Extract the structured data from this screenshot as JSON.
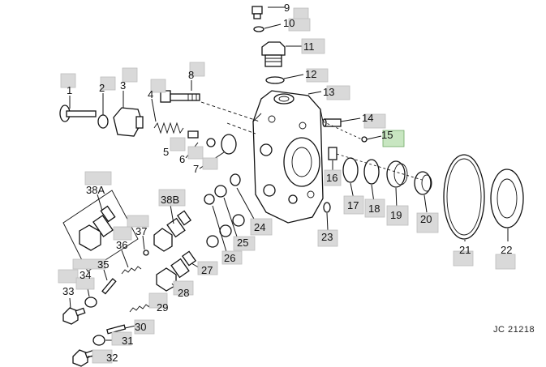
{
  "diagram": {
    "reference": "JC 21218",
    "parts": [
      {
        "id": "p9",
        "label": "9",
        "active": false
      },
      {
        "id": "p10",
        "label": "10",
        "active": false
      },
      {
        "id": "p11",
        "label": "11",
        "active": false
      },
      {
        "id": "p12",
        "label": "12",
        "active": false
      },
      {
        "id": "p13",
        "label": "13",
        "active": false
      },
      {
        "id": "p14",
        "label": "14",
        "active": false
      },
      {
        "id": "p15",
        "label": "15",
        "active": true
      },
      {
        "id": "p1",
        "label": "1",
        "active": false
      },
      {
        "id": "p2",
        "label": "2",
        "active": false
      },
      {
        "id": "p3",
        "label": "3",
        "active": false
      },
      {
        "id": "p4",
        "label": "4",
        "active": false
      },
      {
        "id": "p8",
        "label": "8",
        "active": false
      },
      {
        "id": "p5",
        "label": "5",
        "active": false
      },
      {
        "id": "p6",
        "label": "6",
        "active": false
      },
      {
        "id": "p7",
        "label": "7",
        "active": false
      },
      {
        "id": "p16",
        "label": "16",
        "active": false
      },
      {
        "id": "p17",
        "label": "17",
        "active": false
      },
      {
        "id": "p18",
        "label": "18",
        "active": false
      },
      {
        "id": "p19",
        "label": "19",
        "active": false
      },
      {
        "id": "p20",
        "label": "20",
        "active": false
      },
      {
        "id": "p21",
        "label": "21",
        "active": false
      },
      {
        "id": "p22",
        "label": "22",
        "active": false
      },
      {
        "id": "p23",
        "label": "23",
        "active": false
      },
      {
        "id": "p24",
        "label": "24",
        "active": false
      },
      {
        "id": "p25",
        "label": "25",
        "active": false
      },
      {
        "id": "p26",
        "label": "26",
        "active": false
      },
      {
        "id": "p27",
        "label": "27",
        "active": false
      },
      {
        "id": "p28",
        "label": "28",
        "active": false
      },
      {
        "id": "p29",
        "label": "29",
        "active": false
      },
      {
        "id": "p30",
        "label": "30",
        "active": false
      },
      {
        "id": "p31",
        "label": "31",
        "active": false
      },
      {
        "id": "p32",
        "label": "32",
        "active": false
      },
      {
        "id": "p33",
        "label": "33",
        "active": false
      },
      {
        "id": "p34",
        "label": "34",
        "active": false
      },
      {
        "id": "p35",
        "label": "35",
        "active": false
      },
      {
        "id": "p36",
        "label": "36",
        "active": false
      },
      {
        "id": "p37",
        "label": "37",
        "active": false
      },
      {
        "id": "p38A",
        "label": "38A",
        "active": false
      },
      {
        "id": "p38B",
        "label": "38B",
        "active": false
      }
    ]
  }
}
